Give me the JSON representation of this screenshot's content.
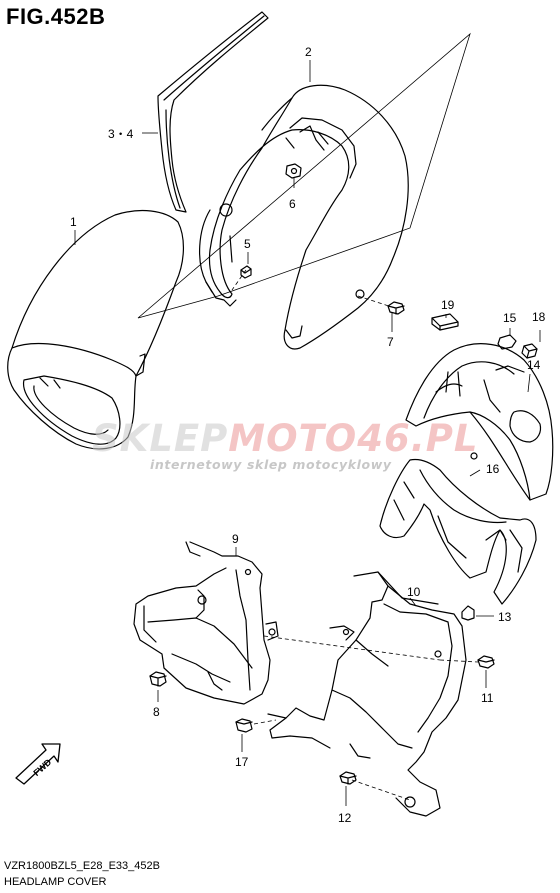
{
  "figure": {
    "title": "FIG.452B",
    "model_code": "VZR1800BZL5_E28_E33_452B",
    "caption": "HEADLAMP COVER"
  },
  "watermark": {
    "brand_part1": "SKLEP",
    "brand_part2": "MOTO46.PL",
    "tagline": "internetowy sklep motocyklowy"
  },
  "direction_badge": "FWD",
  "part_callouts": [
    "1",
    "2",
    "3・4",
    "5",
    "6",
    "7",
    "8",
    "9",
    "10",
    "11",
    "12",
    "13",
    "14",
    "15",
    "16",
    "17",
    "18",
    "19"
  ],
  "colors": {
    "line": "#000000",
    "watermark_grey": "#c8c8c8",
    "watermark_red": "#eb9696"
  }
}
